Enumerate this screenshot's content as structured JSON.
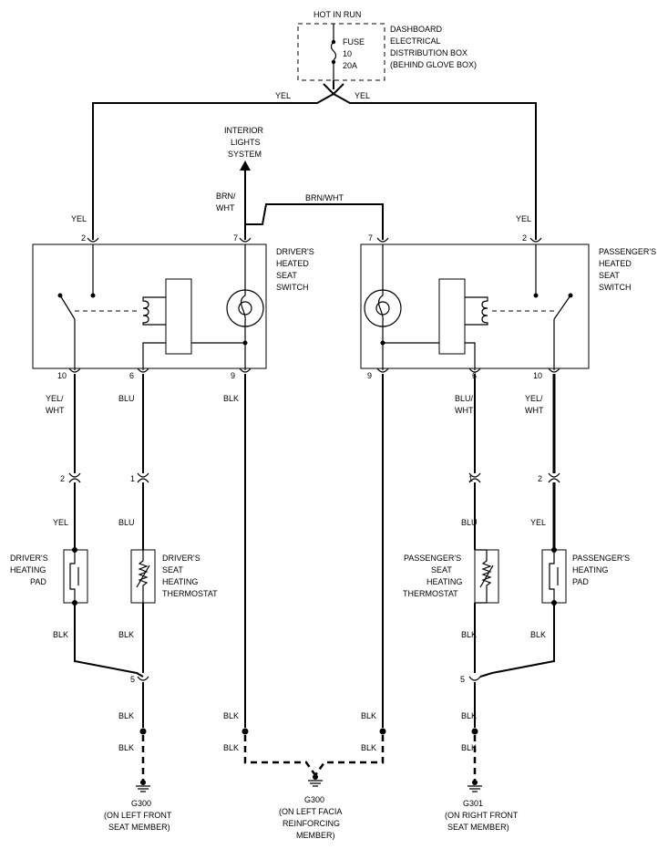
{
  "fuse_box": {
    "hot": "HOT IN RUN",
    "title": [
      "DASHBOARD",
      "ELECTRICAL",
      "DISTRIBUTION BOX",
      "(BEHIND GLOVE BOX)"
    ],
    "fuse": [
      "FUSE",
      "10",
      "20A"
    ]
  },
  "interior": [
    "INTERIOR",
    "LIGHTS",
    "SYSTEM"
  ],
  "wires": {
    "yel": "YEL",
    "brn_wht": "BRN/WHT",
    "brn": "BRN/",
    "wht": "WHT",
    "yel_slash": "YEL/",
    "blu": "BLU",
    "blu_slash": "BLU/",
    "blk": "BLK"
  },
  "driver_switch": [
    "DRIVER'S",
    "HEATED",
    "SEAT",
    "SWITCH"
  ],
  "pass_switch": [
    "PASSENGER'S",
    "HEATED",
    "SEAT",
    "SWITCH"
  ],
  "pins": {
    "p2": "2",
    "p7": "7",
    "p10": "10",
    "p6": "6",
    "p9": "9",
    "p1": "1",
    "p5": "5"
  },
  "driver_pad": [
    "DRIVER'S",
    "HEATING",
    "PAD"
  ],
  "driver_thermo": [
    "DRIVER'S",
    "SEAT",
    "HEATING",
    "THERMOSTAT"
  ],
  "pass_thermo": [
    "PASSENGER'S",
    "SEAT",
    "HEATING",
    "THERMOSTAT"
  ],
  "pass_pad": [
    "PASSENGER'S",
    "HEATING",
    "PAD"
  ],
  "grounds": {
    "left": [
      "G300",
      "(ON LEFT FRONT",
      "SEAT MEMBER)"
    ],
    "center": [
      "G300",
      "(ON LEFT FACIA",
      "REINFORCING",
      "MEMBER)"
    ],
    "right": [
      "G301",
      "(ON RIGHT FRONT",
      "SEAT MEMBER)"
    ]
  }
}
